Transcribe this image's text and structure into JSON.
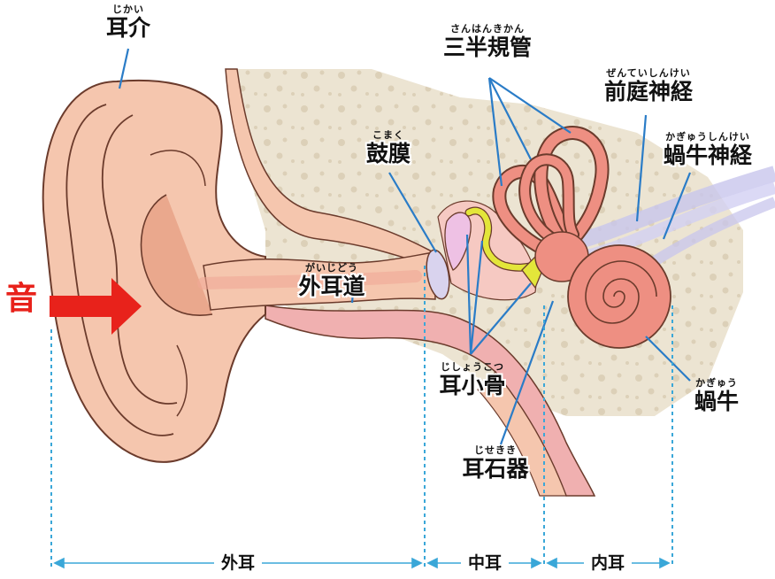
{
  "colors": {
    "skin": "#f5c6ae",
    "skin_dark": "#e9a58a",
    "outline": "#6b3b2c",
    "bone": "#ede5d3",
    "bone_dot": "#ddd2bb",
    "canal_pink": "#f0b0b0",
    "cochlea": "#ee8f82",
    "nerve": "#c8c6ec",
    "ossicle_yellow": "#e3e63a",
    "pointer_blue": "#2a7cc7",
    "arrow_red": "#e8221b"
  },
  "labels": {
    "pinna": {
      "ruby": "じかい",
      "text": "耳介"
    },
    "canals": {
      "ruby": "さんはんきかん",
      "text": "三半規管"
    },
    "vestibular_nerve": {
      "ruby": "ぜんていしんけい",
      "text": "前庭神経"
    },
    "eardrum": {
      "ruby": "こまく",
      "text": "鼓膜"
    },
    "cochlear_nerve": {
      "ruby": "かぎゅうしんけい",
      "text": "蝸牛神経"
    },
    "ear_canal": {
      "ruby": "がいじどう",
      "text": "外耳道"
    },
    "ossicles": {
      "ruby": "じしょうこつ",
      "text": "耳小骨"
    },
    "cochlea": {
      "ruby": "かぎゅう",
      "text": "蝸牛"
    },
    "otolith": {
      "ruby": "じせきき",
      "text": "耳石器"
    }
  },
  "sound_label": "音",
  "sections": {
    "outer": "外耳",
    "middle": "中耳",
    "inner": "内耳"
  }
}
